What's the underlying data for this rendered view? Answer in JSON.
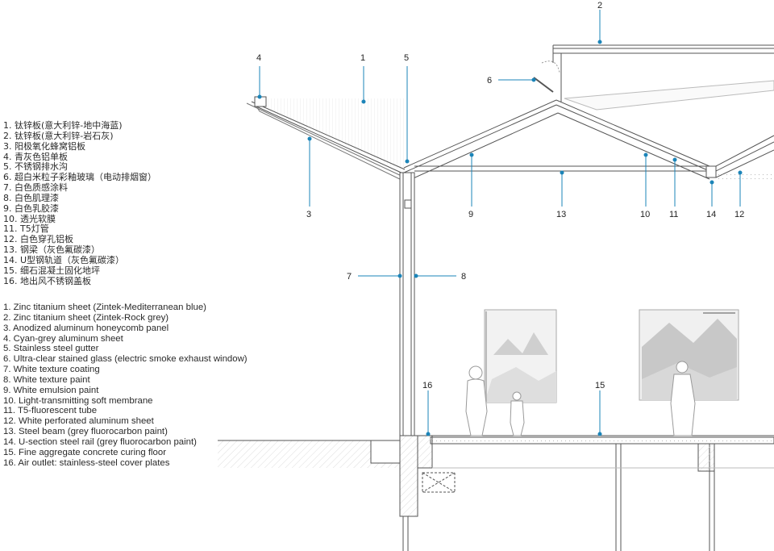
{
  "legend_cn": [
    "1. 钛锌板(意大利锌-地中海蓝)",
    "2. 钛锌板(意大利锌-岩石灰)",
    "3. 阳极氧化蜂窝铝板",
    "4. 青灰色铝单板",
    "5. 不锈钢排水沟",
    "6. 超白米粒子彩釉玻璃（电动排烟窗）",
    "7. 白色质感涂料",
    "8. 白色肌理漆",
    "9. 白色乳胶漆",
    "10. 透光软膜",
    "11. T5灯管",
    "12. 白色穿孔铝板",
    "13. 钢梁（灰色氟碳漆）",
    "14. U型钢轨道（灰色氟碳漆）",
    "15. 细石混凝土固化地坪",
    "16. 地出风不锈钢盖板"
  ],
  "legend_en": [
    "1. Zinc titanium sheet (Zintek-Mediterranean blue)",
    "2. Zinc titanium sheet (Zintek-Rock grey)",
    "3. Anodized aluminum honeycomb panel",
    "4. Cyan-grey aluminum sheet",
    "5. Stainless steel gutter",
    "6. Ultra-clear stained glass (electric smoke exhaust window)",
    "7. White texture coating",
    "8. White texture paint",
    "9. White emulsion paint",
    "10. Light-transmitting soft membrane",
    "11. T5-fluorescent tube",
    "12. White perforated aluminum sheet",
    "13. Steel beam (grey fluorocarbon paint)",
    "14. U-section steel rail (grey fluorocarbon paint)",
    "15. Fine aggregate concrete curing floor",
    "16. Air outlet: stainless-steel cover plates"
  ],
  "callout_numbers": {
    "n1": "1",
    "n2": "2",
    "n3": "3",
    "n4": "4",
    "n5": "5",
    "n6": "6",
    "n7": "7",
    "n8": "8",
    "n9": "9",
    "n10": "10",
    "n11": "11",
    "n12": "12",
    "n13": "13",
    "n14": "14",
    "n15": "15",
    "n16": "16"
  },
  "colors": {
    "callout_line": "#1b84b8",
    "callout_dot": "#1b84b8",
    "section_line": "#555555",
    "hatch": "#cfcfcf",
    "legend_text": "#2a2a2a",
    "painting": "#d6d6d6"
  },
  "icons": {
    "person": "person-silhouette-icon",
    "painting": "landscape-painting-icon"
  }
}
